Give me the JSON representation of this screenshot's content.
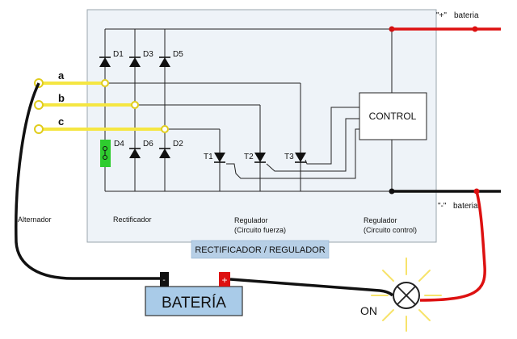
{
  "box_title": "RECTIFICADOR / REGULADOR",
  "control_label": "CONTROL",
  "phases": [
    "a",
    "b",
    "c"
  ],
  "upper_diodes": [
    "D1",
    "D3",
    "D5"
  ],
  "lower_diodes": [
    "D4",
    "D6",
    "D2"
  ],
  "thyristors": [
    "T1",
    "T2",
    "T3"
  ],
  "sections": {
    "alternator": "Alternador",
    "rectifier": "Rectificador",
    "regulator_power_1": "Regulador",
    "regulator_power_2": "(Circuito fuerza)",
    "regulator_control_1": "Regulador",
    "regulator_control_2": "(Circuito control)"
  },
  "battery": {
    "label": "BATERÍA",
    "neg_symbol": "-",
    "pos_symbol": "+"
  },
  "terminals": {
    "pos_quote": "\"+\"",
    "pos_word": "bateria",
    "neg_quote": "\"-\"",
    "neg_word": "bateria"
  },
  "switch_label": "ON",
  "colors": {
    "yellow_wire": "#f5e642",
    "red_wire": "#dd1111",
    "box_fill": "#eef3f8",
    "title_fill": "#b7cfe6",
    "battery_fill": "#a9cbe8",
    "highlight_green": "#2ecc2e"
  }
}
